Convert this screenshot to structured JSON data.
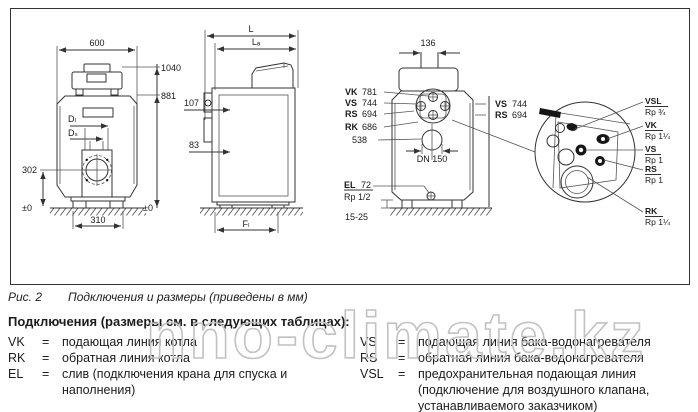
{
  "figure": {
    "caption_label": "Рис. 2",
    "caption_text": "Подключения и размеры (приведены в мм)"
  },
  "watermark": "nno-climate.kz",
  "front_view": {
    "width": "600",
    "height_total": "1040",
    "height_body": "881",
    "burner_axis_height": "302",
    "zero_left": "±0",
    "zero_right": "±0",
    "foot_width": "310",
    "d_l": "Dₗ",
    "d_s": "Dₛ"
  },
  "side_view": {
    "length_total": "L",
    "length_a": "Lₐ",
    "offset_top": "107",
    "offset_bottom": "83",
    "foot_length": "Fₗ"
  },
  "rear_view": {
    "top_width": "136",
    "left_labels": [
      {
        "abbr": "VK",
        "value": "781"
      },
      {
        "abbr": "VS",
        "value": "744"
      },
      {
        "abbr": "RS",
        "value": "694"
      },
      {
        "abbr": "RK",
        "value": "686"
      },
      {
        "abbr": "",
        "value": "538"
      }
    ],
    "right_labels": [
      {
        "abbr": "VS",
        "value": "744"
      },
      {
        "abbr": "RS",
        "value": "694"
      }
    ],
    "flue": "DN 150",
    "drain_abbr": "EL",
    "drain_value": "72",
    "drain_size": "Rp 1/2",
    "floor_clearance": "15-25"
  },
  "detail_view": {
    "connections": [
      {
        "name": "VSL",
        "size": "Rp ¾"
      },
      {
        "name": "VK",
        "size": "Rp 1¼"
      },
      {
        "name": "VS",
        "size": "Rp 1"
      },
      {
        "name": "RS",
        "size": "Rp 1"
      },
      {
        "name": "RK",
        "size": "Rp 1¼"
      }
    ]
  },
  "legend": {
    "heading": "Подключения (размеры см. в следующих таблицах):",
    "eq": "=",
    "left": [
      {
        "abbr": "VK",
        "line1": "подающая линия котла"
      },
      {
        "abbr": "RK",
        "line1": "обратная линия котла"
      },
      {
        "abbr": "EL",
        "line1": "слив (подключения крана для спуска и",
        "line2": "наполнения)"
      }
    ],
    "right": [
      {
        "abbr": "VS",
        "line1": "подающая линия бака-водонагревателя"
      },
      {
        "abbr": "RS",
        "line1": "обратная линия бака-водонагревателя"
      },
      {
        "abbr": "VSL",
        "line1": "предохранительная подающая линия",
        "line2": "(подключение для воздушного клапана,",
        "line3": "устанавливаемого заказчиком)"
      }
    ]
  }
}
